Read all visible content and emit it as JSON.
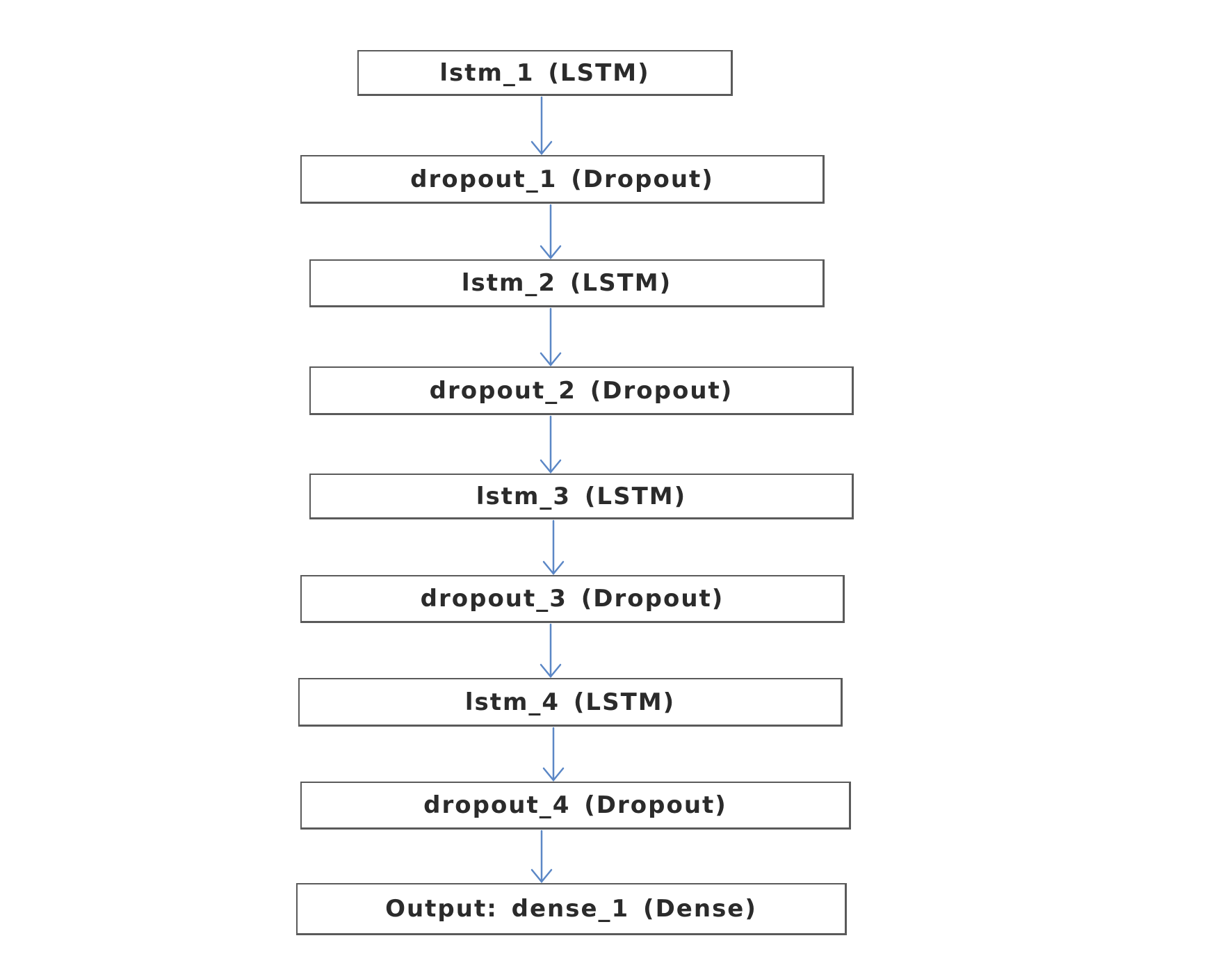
{
  "diagram": {
    "layers": [
      {
        "label": "lstm_1 (LSTM)"
      },
      {
        "label": "dropout_1 (Dropout)"
      },
      {
        "label": "lstm_2 (LSTM)"
      },
      {
        "label": "dropout_2 (Dropout)"
      },
      {
        "label": "lstm_3 (LSTM)"
      },
      {
        "label": "dropout_3 (Dropout)"
      },
      {
        "label": "lstm_4 (LSTM)"
      },
      {
        "label": "dropout_4 (Dropout)"
      },
      {
        "label": "Output: dense_1 (Dense)"
      }
    ],
    "edges": [
      {
        "from": "lstm_1 (LSTM)",
        "to": "dropout_1 (Dropout)"
      },
      {
        "from": "dropout_1 (Dropout)",
        "to": "lstm_2 (LSTM)"
      },
      {
        "from": "lstm_2 (LSTM)",
        "to": "dropout_2 (Dropout)"
      },
      {
        "from": "dropout_2 (Dropout)",
        "to": "lstm_3 (LSTM)"
      },
      {
        "from": "lstm_3 (LSTM)",
        "to": "dropout_3 (Dropout)"
      },
      {
        "from": "dropout_3 (Dropout)",
        "to": "lstm_4 (LSTM)"
      },
      {
        "from": "lstm_4 (LSTM)",
        "to": "dropout_4 (Dropout)"
      },
      {
        "from": "dropout_4 (Dropout)",
        "to": "Output: dense_1 (Dense)"
      }
    ],
    "colors": {
      "arrow": "#5b87c6",
      "box_border": "#5a5a5a",
      "text": "#2b2b2b"
    }
  }
}
